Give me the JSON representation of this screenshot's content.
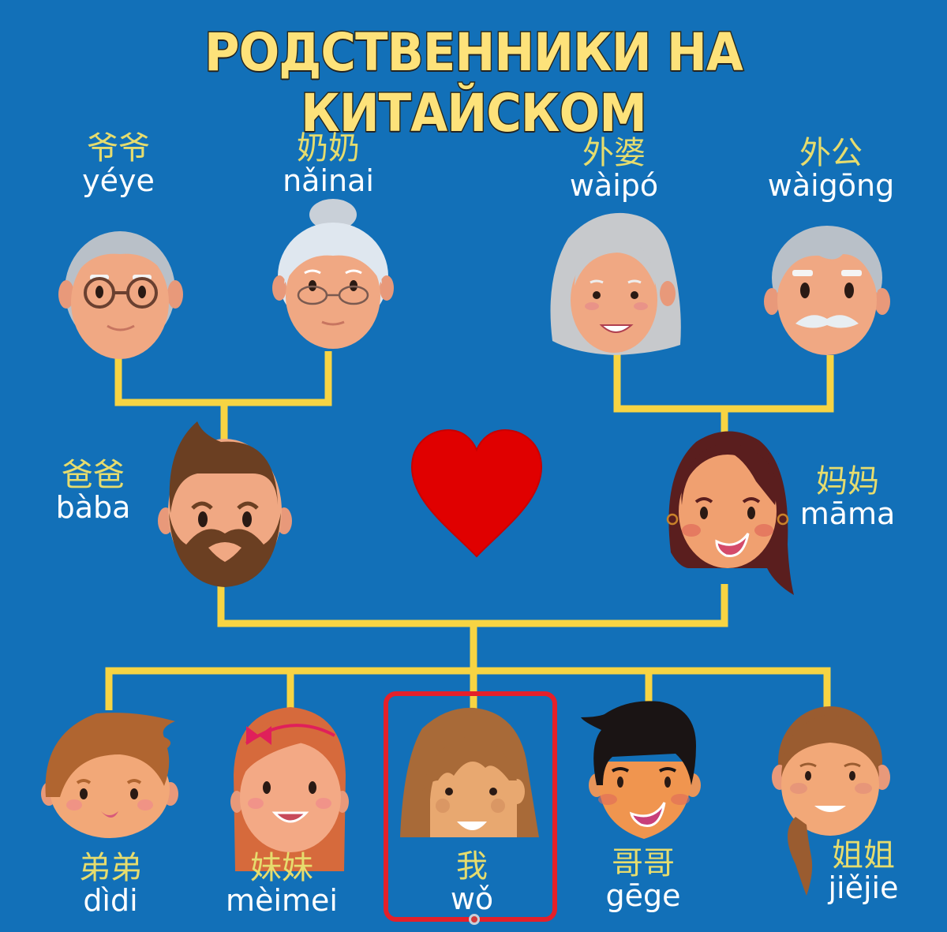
{
  "title": "РОДСТВЕННИКИ НА КИТАЙСКОМ",
  "colors": {
    "background": "#1270b8",
    "title_fill": "#fde27a",
    "connector": "#f7d443",
    "chinese_text": "#e6dc6e",
    "pinyin_text": "#ffffff",
    "heart": "#e00000",
    "selection_box": "#e4202a"
  },
  "grandparents": [
    {
      "id": "paternal-grandfather",
      "hanzi": "爷爷",
      "pinyin": "yéye"
    },
    {
      "id": "paternal-grandmother",
      "hanzi": "奶奶",
      "pinyin": "nǎinai"
    },
    {
      "id": "maternal-grandmother",
      "hanzi": "外婆",
      "pinyin": "wàipó"
    },
    {
      "id": "maternal-grandfather",
      "hanzi": "外公",
      "pinyin": "wàigōng"
    }
  ],
  "parents": [
    {
      "id": "father",
      "hanzi": "爸爸",
      "pinyin": "bàba"
    },
    {
      "id": "mother",
      "hanzi": "妈妈",
      "pinyin": "māma"
    }
  ],
  "center_icon": "heart-icon",
  "children": [
    {
      "id": "younger-brother",
      "hanzi": "弟弟",
      "pinyin": "dìdi"
    },
    {
      "id": "younger-sister",
      "hanzi": "妹妹",
      "pinyin": "mèimei"
    },
    {
      "id": "me",
      "hanzi": "我",
      "pinyin": "wǒ",
      "highlighted": true
    },
    {
      "id": "older-brother",
      "hanzi": "哥哥",
      "pinyin": "gēge"
    },
    {
      "id": "older-sister",
      "hanzi": "姐姐",
      "pinyin": "jiějie"
    }
  ]
}
